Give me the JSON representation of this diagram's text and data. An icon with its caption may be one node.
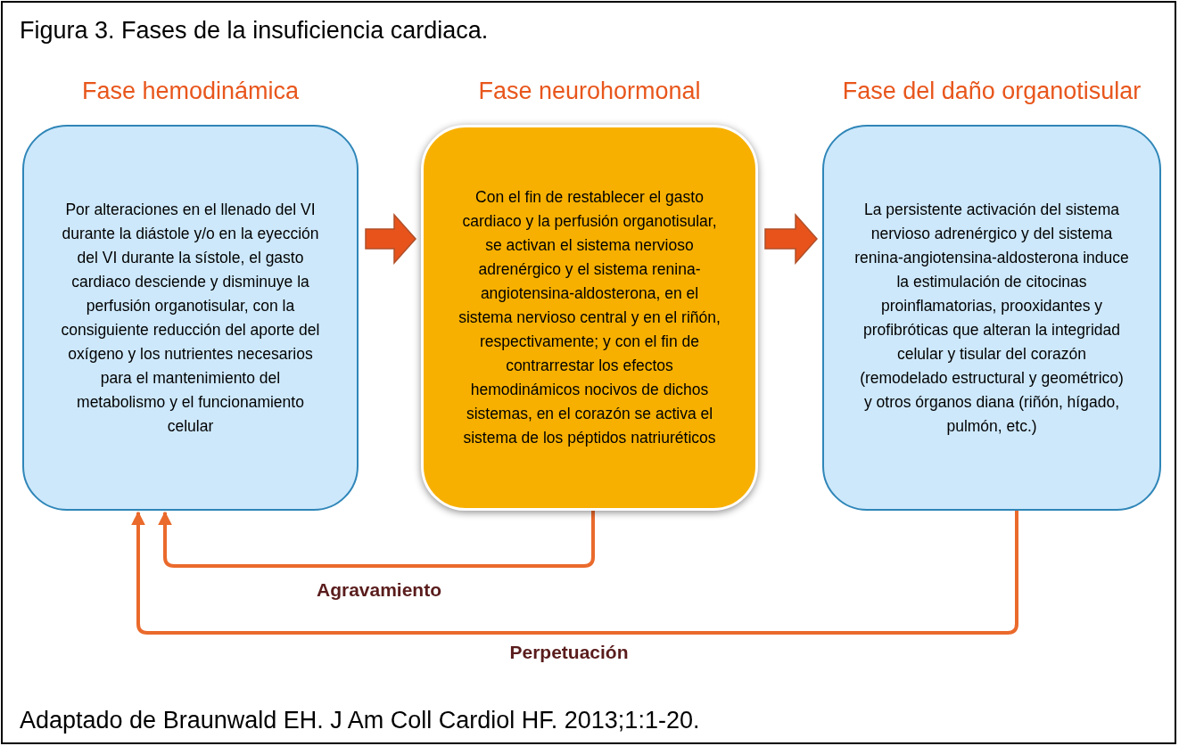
{
  "diagram": {
    "title": "Figura 3. Fases de la insuficiencia cardiaca.",
    "caption": "Adaptado de Braunwald EH. J Am Coll Cardiol HF. 2013;1:1-20.",
    "nodes": [
      {
        "text": [
          "Fase hemodinámica",
          "Por alteraciones en el llenado del VI durante la diástole y/o en la eyección del VI durante la sístole, el gasto cardiaco desciende y disminuye la perfusión organotisular, con la consiguiente reducción del aporte del oxígeno y los nutrientes necesarios para el mantenimiento del metabolismo y el funcionamiento celular"
        ]
      },
      {
        "text": [
          "Fase neurohormonal",
          "Con el fin de restablecer el gasto cardiaco y la perfusión organotisular, se activan el sistema nervioso adrenérgico y el sistema renina-angiotensina-aldosterona, en el sistema nervioso central y en el riñón, respectivamente; y con el fin de contrarrestar los efectos hemodinámicos nocivos de dichos sistemas, en el corazón se activa el sistema de los péptidos natriuréticos"
        ]
      },
      {
        "text": [
          "Fase del daño organotisular",
          "La persistente activación del sistema nervioso adrenérgico y del sistema renina-angiotensina-aldosterona induce la estimulación de citocinas proinflamatorias, prooxidantes y profibróticas que alteran la integridad celular y tisular del corazón (remodelado estructural y geométrico) y otros órganos diana (riñón, hígado, pulmón, etc.)"
        ]
      }
    ],
    "edges": [
      {
        "from": 0,
        "to": 1,
        "arrow": "to",
        "style": "thick"
      },
      {
        "from": 1,
        "to": 2,
        "arrow": "to",
        "style": "thick"
      },
      {
        "from": 1,
        "to": 0,
        "arrow": "to",
        "label": "Agravamiento"
      },
      {
        "from": 2,
        "to": 0,
        "arrow": "to",
        "label": "Perpetuación"
      }
    ]
  }
}
